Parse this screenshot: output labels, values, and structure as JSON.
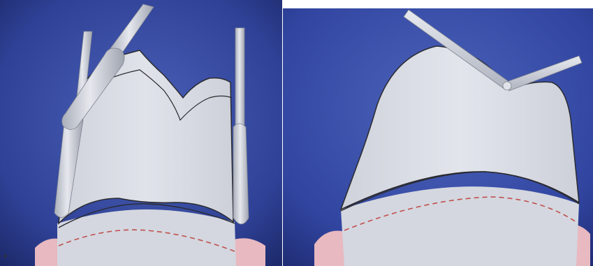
{
  "figure": {
    "panels": [
      {
        "description_name": "crown-prep-with-side-instruments",
        "instruments": [
          "side-probe-left",
          "angled-probe",
          "side-probe-right"
        ],
        "has_gingiva_dashed_margin": true
      },
      {
        "description_name": "crown-with-occlusal-instrument",
        "instruments": [
          "occlusal-bent-wire"
        ],
        "has_gingiva_dashed_margin": true
      }
    ],
    "colors": {
      "background_blue": "#3a4fa8",
      "background_dark": "#1d2a6e",
      "tooth_fill": "#d8dbe3",
      "tooth_outline": "#2b2b30",
      "instrument_fill": "#c9cdd8",
      "gum_pink": "#e8b9c0",
      "dashed_margin": "#c0504d"
    },
    "corner_mark": "▸"
  }
}
